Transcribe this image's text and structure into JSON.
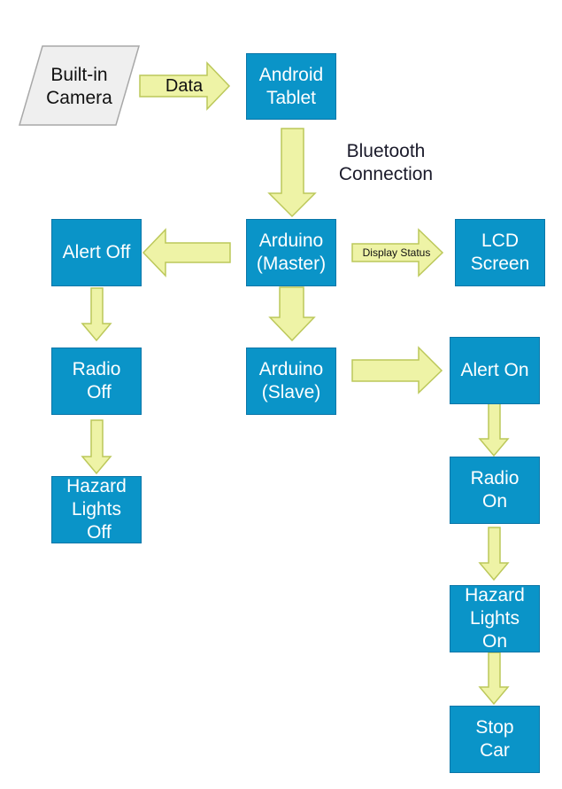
{
  "colors": {
    "box_fill": "#0a94c8",
    "box_border": "#0a76a8",
    "arrow_fill": "#eef3a6",
    "arrow_stroke": "#bcc85a",
    "input_fill": "#efefef",
    "input_stroke": "#a8a8a8"
  },
  "nodes": {
    "camera": "Built-in\nCamera",
    "android": "Android\nTablet",
    "master": "Arduino\n(Master)",
    "slave": "Arduino\n(Slave)",
    "lcd": "LCD\nScreen",
    "alert_off": "Alert Off",
    "radio_off": "Radio\n Off",
    "hazard_off": "Hazard\nLights\n Off",
    "alert_on": "Alert On",
    "radio_on": "Radio\nOn",
    "hazard_on": "Hazard\nLights\nOn",
    "stop": "Stop\nCar"
  },
  "labels": {
    "data": "Data",
    "bluetooth": "Bluetooth\nConnection",
    "display_status": "Display Status"
  }
}
